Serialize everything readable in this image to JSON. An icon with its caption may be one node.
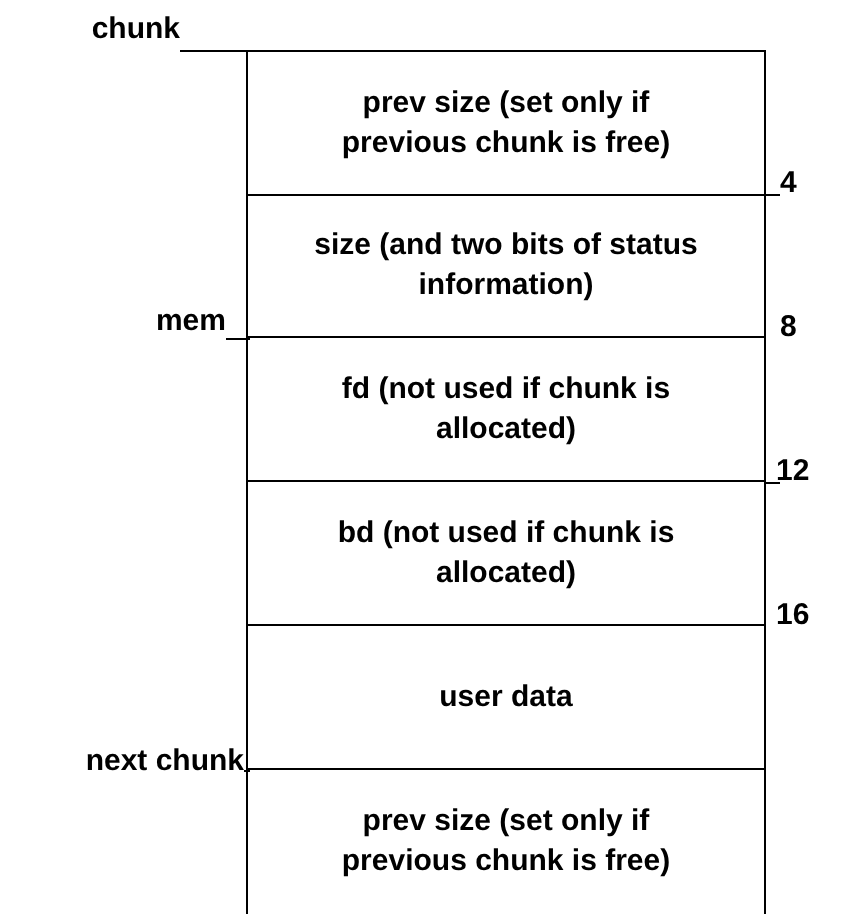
{
  "diagram": {
    "nodes": [
      {
        "text": [
          "prev size (set only if previous chunk is free)"
        ]
      },
      {
        "text": [
          "size (and two bits of status information)"
        ]
      },
      {
        "text": [
          "fd (not used if chunk is allocated)"
        ]
      },
      {
        "text": [
          "bd (not used if chunk is allocated)"
        ]
      },
      {
        "text": [
          "user data"
        ]
      },
      {
        "text": [
          "prev size (set only if previous chunk is free)"
        ]
      }
    ],
    "labels": [
      "chunk",
      "4",
      "mem",
      "8",
      "12",
      "16",
      "next chunk"
    ]
  }
}
